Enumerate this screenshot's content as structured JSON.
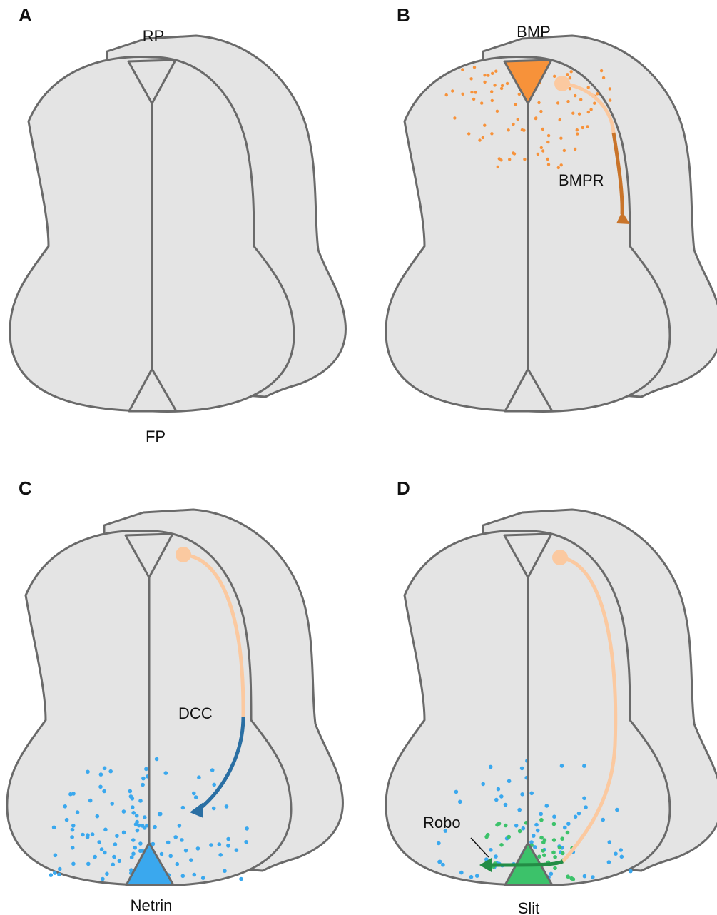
{
  "panels": {
    "a": {
      "letter": "A",
      "top_label": "RP",
      "bottom_label": "FP"
    },
    "b": {
      "letter": "B",
      "top_label": "BMP",
      "receptor_label": "BMPR"
    },
    "c": {
      "letter": "C",
      "receptor_label": "DCC",
      "bottom_label": "Netrin"
    },
    "d": {
      "letter": "D",
      "receptor_label": "Robo",
      "bottom_label": "Slit"
    }
  },
  "colors": {
    "tissue": "#e4e4e4",
    "outline": "#6a6a6a",
    "bmp": "#f7923a",
    "bmpr": "#c9742a",
    "axon": "#fbc9a0",
    "netrin": "#3aa8ee",
    "dcc": "#2a6fa3",
    "slit": "#3cc26a",
    "robo": "#238c45"
  }
}
